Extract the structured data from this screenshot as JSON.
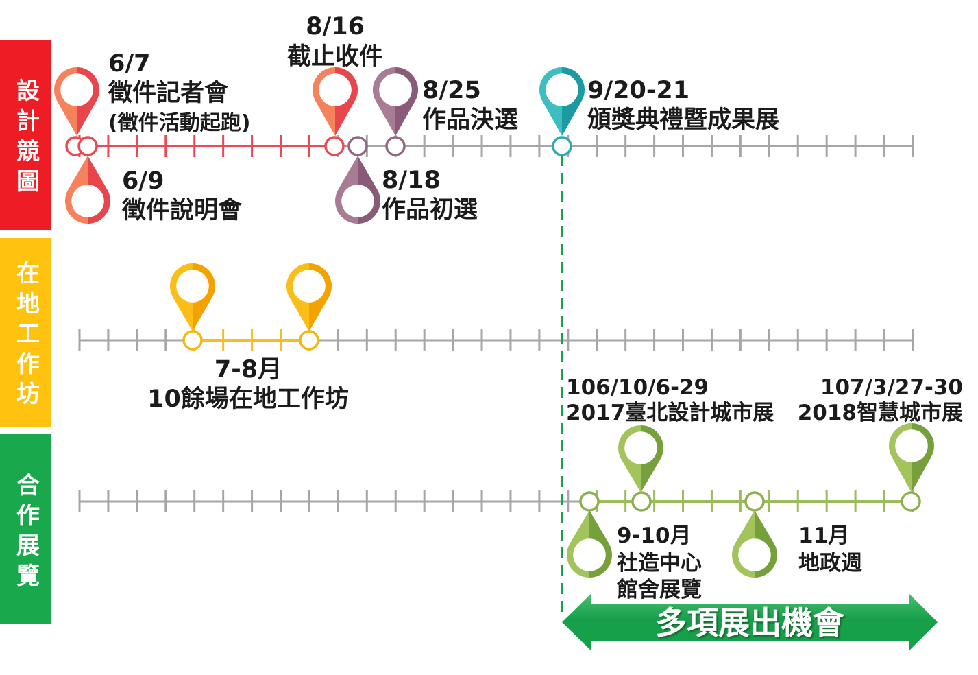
{
  "sections": [
    {
      "label": "設計競圖"
    },
    {
      "label": "在地工作坊"
    },
    {
      "label": "合作展覽"
    }
  ],
  "design_competition": {
    "press_conference": {
      "date": "6/7",
      "title": "徵件記者會",
      "note": "(徵件活動起跑)"
    },
    "briefing": {
      "date": "6/9",
      "title": "徵件說明會"
    },
    "deadline": {
      "date": "8/16",
      "title": "截止收件"
    },
    "preliminary": {
      "date": "8/18",
      "title": "作品初選"
    },
    "final": {
      "date": "8/25",
      "title": "作品決選"
    },
    "award": {
      "date": "9/20-21",
      "title": "頒獎典禮暨成果展"
    }
  },
  "local_workshop": {
    "date": "7-8月",
    "title": "10餘場在地工作坊"
  },
  "exhibitions": {
    "taipei_design_city": {
      "date": "106/10/6-29",
      "title": "2017臺北設計城市展"
    },
    "smart_city": {
      "date": "107/3/27-30",
      "title": "2018智慧城市展"
    },
    "community_center": {
      "date": "9-10月",
      "line1": "社造中心",
      "line2": "館舍展覽"
    },
    "land_admin_week": {
      "date": "11月",
      "title": "地政週"
    }
  },
  "banner": {
    "label": "多項展出機會"
  },
  "icons": {
    "event_marker": "map-pin-icon",
    "banner_shape": "double-arrow-icon"
  },
  "colors": {
    "design": "#ee1c25",
    "workshop": "#ffc20e",
    "exhibition": "#19a84b",
    "timeline": "#a6a6a6",
    "design_line": "#ea4a51",
    "workshop_line": "#f6be22",
    "exhibition_line": "#9cbb5a",
    "node_red": "#ea4a51",
    "node_purple": "#946883",
    "node_teal": "#2aabb1",
    "node_yellow": "#f5b512",
    "node_green": "#8db04d",
    "pin_red_light": "#f5815d",
    "pin_red_dark": "#e8454c",
    "pin_purple_light": "#a97c95",
    "pin_purple_dark": "#8a5a79",
    "pin_teal_light": "#3dbec1",
    "pin_teal_dark": "#1b9ba1",
    "pin_yellow_light": "#fbbd18",
    "pin_yellow_dark": "#f4a200",
    "pin_green_light": "#a3c45d",
    "pin_green_dark": "#76a03b",
    "banner": "#17a04a",
    "banner_highlight": "#49bd72",
    "dashed_line": "#1aa04a",
    "text": "#1b1b1b"
  }
}
